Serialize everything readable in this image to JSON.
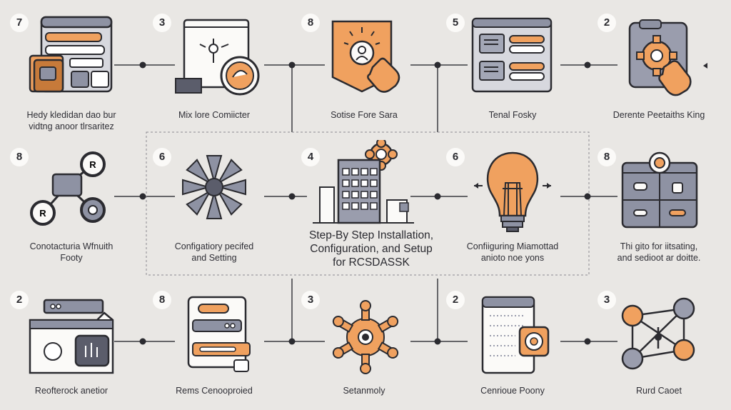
{
  "title": [
    "Step-By Step Installation,",
    "Configuration, and Setup",
    "for RCSDASSK"
  ],
  "steps": [
    {
      "badge": "7",
      "caption": [
        "Hedy kledidan dao bur",
        "vidtng anoor tlrsaritez"
      ]
    },
    {
      "badge": "3",
      "caption": [
        "Mix lore Comiicter"
      ]
    },
    {
      "badge": "8",
      "caption": [
        "Sotise Fore Sara"
      ]
    },
    {
      "badge": "5",
      "caption": [
        "Tenal Fosky"
      ]
    },
    {
      "badge": "2",
      "caption": [
        "Derente Peetaiths King"
      ]
    },
    {
      "badge": "8",
      "caption": [
        "Conotacturia Wfnuith",
        "Footy"
      ]
    },
    {
      "badge": "6",
      "caption": [
        "Configatiory pecifed",
        "and Setting"
      ]
    },
    {
      "badge": "4",
      "caption": []
    },
    {
      "badge": "6",
      "caption": [
        "Confiiguring Miamottad",
        "anioto noe yons"
      ]
    },
    {
      "badge": "8",
      "caption": [
        "Thi gito for iitsating,",
        "and sedioot ar doitte."
      ]
    },
    {
      "badge": "2",
      "caption": [
        "Reofterock anetior"
      ]
    },
    {
      "badge": "8",
      "caption": [
        "Rems Cenooproied"
      ]
    },
    {
      "badge": "3",
      "caption": [
        "Setanmoly"
      ]
    },
    {
      "badge": "2",
      "caption": [
        "Cenrioue Poony"
      ]
    },
    {
      "badge": "3",
      "caption": [
        "Rurd Caoet"
      ]
    }
  ],
  "colors": {
    "accent": "#f0a15f",
    "slate": "#8e92a3",
    "ink": "#2b2b30",
    "background": "#e9e7e4"
  }
}
